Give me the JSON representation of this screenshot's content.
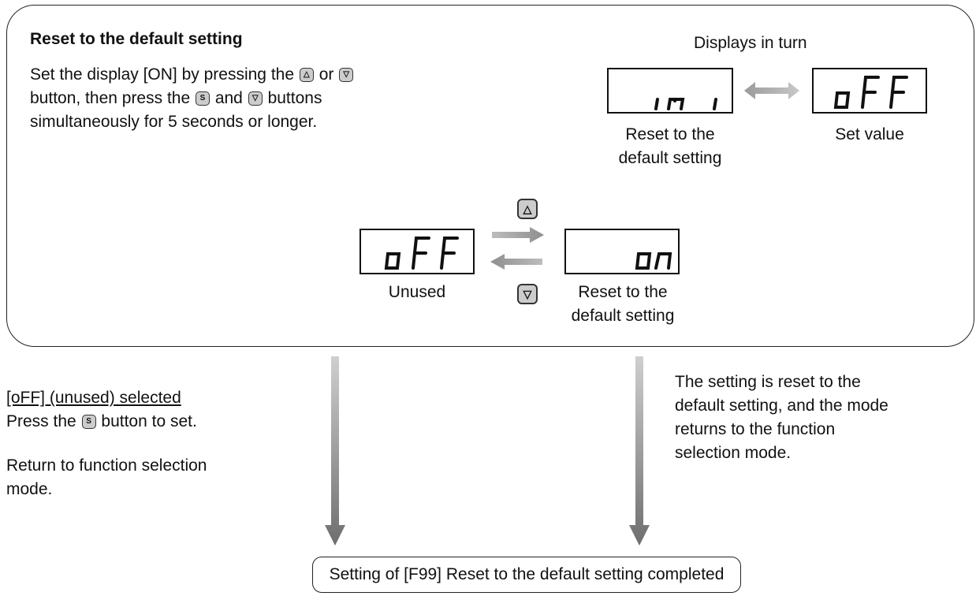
{
  "panel": {
    "title": "Reset to the default setting",
    "instruction": {
      "line1_a": "Set the display [ON] by pressing the",
      "line1_b": "or",
      "line2_a": "button, then press the",
      "line2_b": "and",
      "line2_c": "buttons",
      "line3": "simultaneously for 5 seconds or longer."
    },
    "displays_in_turn": {
      "heading": "Displays in turn",
      "left_display": "ini",
      "left_caption_1": "Reset to the",
      "left_caption_2": "default setting",
      "right_display": "oFF",
      "right_caption": "Set value"
    },
    "toggle": {
      "left_display": "oFF",
      "left_caption": "Unused",
      "right_display": "on",
      "right_caption_1": "Reset to the",
      "right_caption_2": "default setting",
      "up_button_icon": "up-triangle",
      "down_button_icon": "down-triangle"
    }
  },
  "buttons": {
    "up_symbol": "△",
    "down_symbol": "▽",
    "set_symbol": "S"
  },
  "left_branch": {
    "heading": "[oFF] (unused) selected",
    "line1_a": "Press the",
    "line1_b": "button to set.",
    "line2": "Return to function selection",
    "line3": "mode."
  },
  "right_branch": {
    "line1": "The setting is reset to the",
    "line2": "default setting, and the mode",
    "line3": "returns to the function",
    "line4": "selection mode."
  },
  "final_box": "Setting of [F99] Reset to the default setting completed",
  "colors": {
    "arrow_gray": "#8a8a8a",
    "segment": "#111111",
    "button_fill": "#cccccc"
  }
}
